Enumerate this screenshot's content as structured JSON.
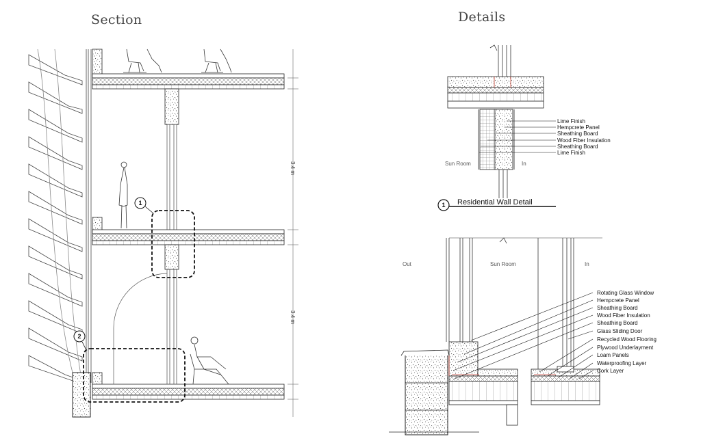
{
  "headings": {
    "section": "Section",
    "details": "Details"
  },
  "section": {
    "dimensions": [
      "3.4 m",
      "3.4 m"
    ],
    "callouts": [
      "1",
      "2"
    ]
  },
  "detail_1": {
    "number": "1",
    "title": "Residential Wall Detail",
    "side_left": "Sun Room",
    "side_right": "In",
    "layers": [
      "Lime Finish",
      "Hempcrete Panel",
      "Sheathing Board",
      "Wood Fiber Insulation",
      "Sheathing Board",
      "Lime Finish"
    ]
  },
  "detail_2": {
    "zones": [
      "Out",
      "Sun Room",
      "In"
    ],
    "layers": [
      "Rotating Glass Window",
      "Hempcrete Panel",
      "Sheathing Board",
      "Wood Fiber Insulation",
      "Sheathing Board",
      "Glass Sliding Door",
      "Recycled Wood Flooring",
      "Plywood Underlayment",
      "Loam Panels",
      "Waterproofing Layer",
      "Cork Layer"
    ]
  }
}
